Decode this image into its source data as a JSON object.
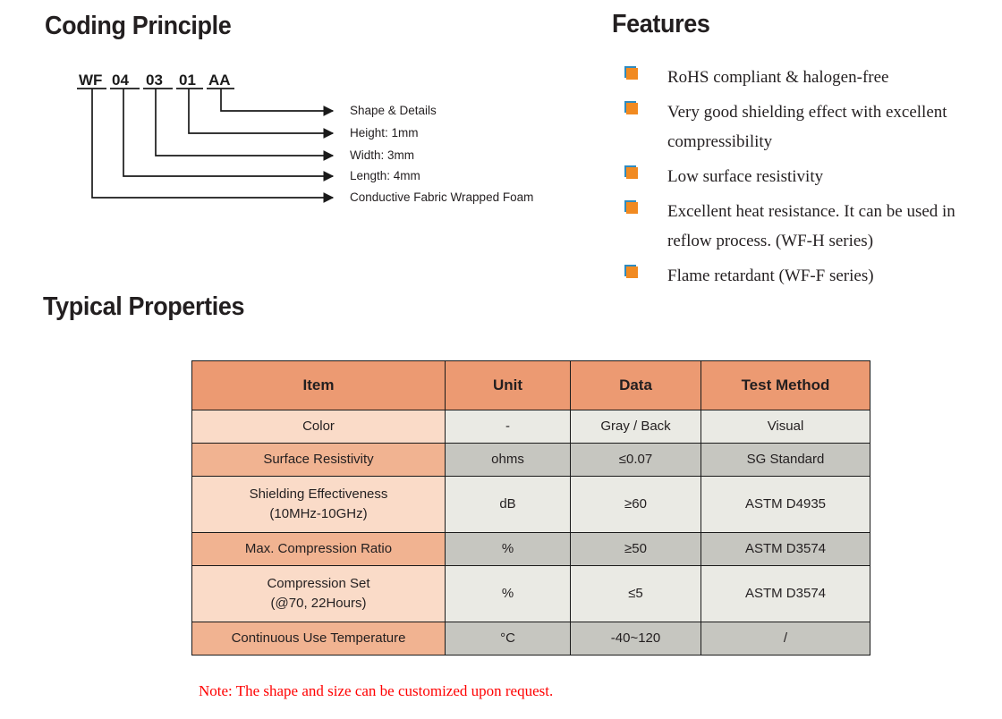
{
  "sections": {
    "coding": {
      "title": "Coding Principle",
      "code_segments": [
        "WF",
        "04",
        "03",
        "01",
        "AA"
      ],
      "leaders": [
        {
          "label": "Shape & Details"
        },
        {
          "label": "Height: 1mm"
        },
        {
          "label": "Width: 3mm"
        },
        {
          "label": "Length: 4mm"
        },
        {
          "label": "Conductive Fabric Wrapped Foam"
        }
      ]
    },
    "features": {
      "title": "Features",
      "bullet_color": "#f18a21",
      "bullet_shadow_color": "#2e8bc0",
      "items": [
        "RoHS compliant & halogen-free",
        "Very good shielding effect with excellent compressibility",
        "Low surface resistivity",
        "Excellent heat resistance. It can be used in reflow process. (WF-H series)",
        "Flame retardant (WF-F series)"
      ]
    },
    "properties": {
      "title": "Typical Properties",
      "header_color": "#ec9a72",
      "columns": [
        "Item",
        "Unit",
        "Data",
        "Test Method"
      ],
      "rows": [
        {
          "item": "Color",
          "unit": "-",
          "data": "Gray / Back",
          "method": "Visual"
        },
        {
          "item": "Surface Resistivity",
          "unit": "ohms",
          "data": "≤0.07",
          "method": "SG Standard"
        },
        {
          "item": "Shielding Effectiveness\n(10MHz-10GHz)",
          "unit": "dB",
          "data": "≥60",
          "method": "ASTM D4935"
        },
        {
          "item": "Max. Compression Ratio",
          "unit": "%",
          "data": "≥50",
          "method": "ASTM D3574"
        },
        {
          "item": "Compression Set\n(@70, 22Hours)",
          "unit": "%",
          "data": "≤5",
          "method": "ASTM D3574"
        },
        {
          "item": "Continuous Use Temperature",
          "unit": "°C",
          "data": "-40~120",
          "method": "/"
        }
      ],
      "note": "Note: The shape and size can be customized upon request.",
      "note_color": "#ff0000"
    }
  }
}
